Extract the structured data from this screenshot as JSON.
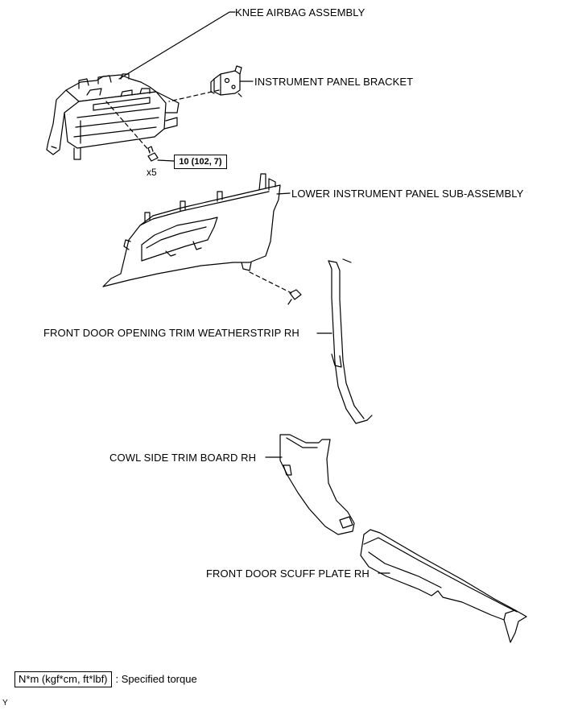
{
  "labels": {
    "knee_airbag": "KNEE AIRBAG ASSEMBLY",
    "instrument_bracket": "INSTRUMENT PANEL BRACKET",
    "lower_instrument_panel": "LOWER INSTRUMENT PANEL SUB-ASSEMBLY",
    "weatherstrip": "FRONT DOOR OPENING TRIM WEATHERSTRIP RH",
    "cowl_side_trim": "COWL SIDE TRIM BOARD RH",
    "scuff_plate": "FRONT DOOR SCUFF PLATE RH"
  },
  "torque": {
    "value": "10 (102,  7)",
    "quantity": "x5"
  },
  "legend": {
    "box_text": "N*m (kgf*cm, ft*lbf)",
    "description": ": Specified torque"
  },
  "corner_mark": "Y"
}
